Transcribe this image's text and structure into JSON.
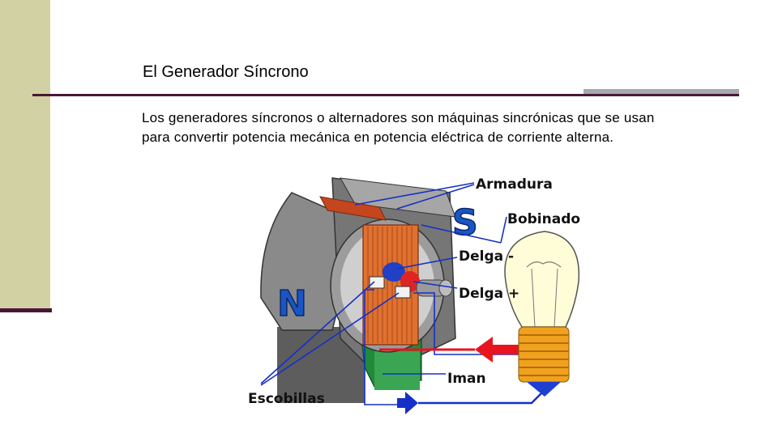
{
  "slide": {
    "title": "El Generador Síncrono",
    "body": "Los generadores síncronos o alternadores son máquinas sincrónicas que se usan para convertir potencia mecánica en potencia eléctrica de corriente alterna."
  },
  "diagram": {
    "labels": {
      "armadura": "Armadura",
      "bobinado": "Bobinado",
      "delga_minus": "Delga -",
      "delga_plus": "Delga +",
      "iman": "Iman",
      "escobillas": "Escobillas",
      "pole_n": "N",
      "pole_s": "S"
    },
    "colors": {
      "magnet_gray": "#6e6e6e",
      "coil_copper": "#d9602a",
      "lead_blue": "#1530c8",
      "arrow_red": "#e8141e",
      "bulb_base": "#f0a21e",
      "pole_blue": "#1b54c4"
    }
  }
}
